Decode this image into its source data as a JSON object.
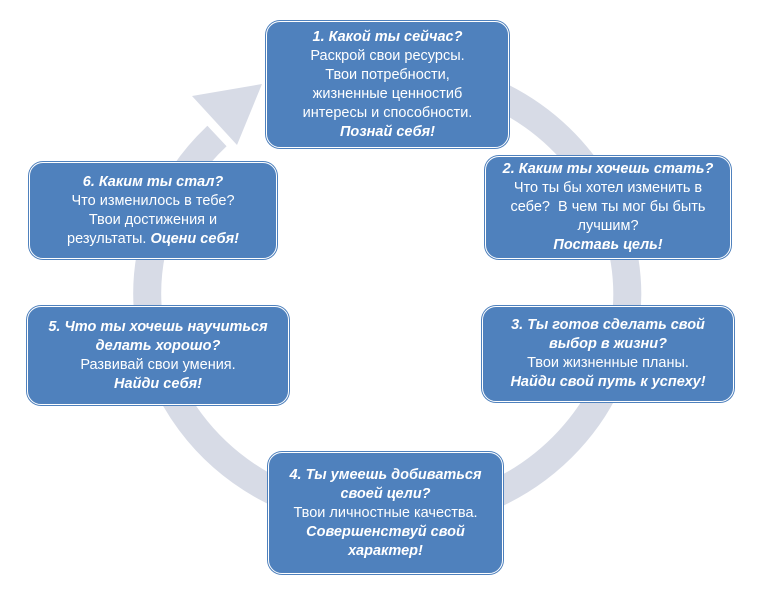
{
  "ring_color": "#d7dbe6",
  "box_color": "#4f81bd",
  "text_color": "#ffffff",
  "steps": [
    {
      "heading": "1. Какой ты сейчас?",
      "lines": [
        "Раскрой свои ресурсы.",
        "Твои потребности,",
        "жизненные ценностиб",
        "интересы и способности."
      ],
      "motto": "Познай себя!"
    },
    {
      "heading": "2. Каким ты хочешь стать?",
      "lines": [
        "Что ты бы хотел изменить в",
        "себе?  В чем ты мог бы быть",
        "лучшим?"
      ],
      "motto": "Поставь цель!"
    },
    {
      "heading_lines": [
        "3. Ты готов сделать свой",
        "выбор в жизни?"
      ],
      "lines": [
        "Твои жизненные планы."
      ],
      "motto": "Найди свой путь к успеху!"
    },
    {
      "heading_lines": [
        "4. Ты умеешь добиваться",
        "своей цели?"
      ],
      "lines": [
        "Твои личностные качества."
      ],
      "motto_lines": [
        "Совершенствуй свой",
        "характер!"
      ]
    },
    {
      "heading_lines": [
        "5. Что ты хочешь научиться",
        "делать хорошо?"
      ],
      "lines": [
        "Развивай свои умения."
      ],
      "motto": "Найди себя!"
    },
    {
      "heading": "6. Каким ты стал?",
      "lines": [
        "Что изменилось в тебе?",
        "Твои достижения и",
        "результаты."
      ],
      "motto": "Оцени себя!"
    }
  ]
}
